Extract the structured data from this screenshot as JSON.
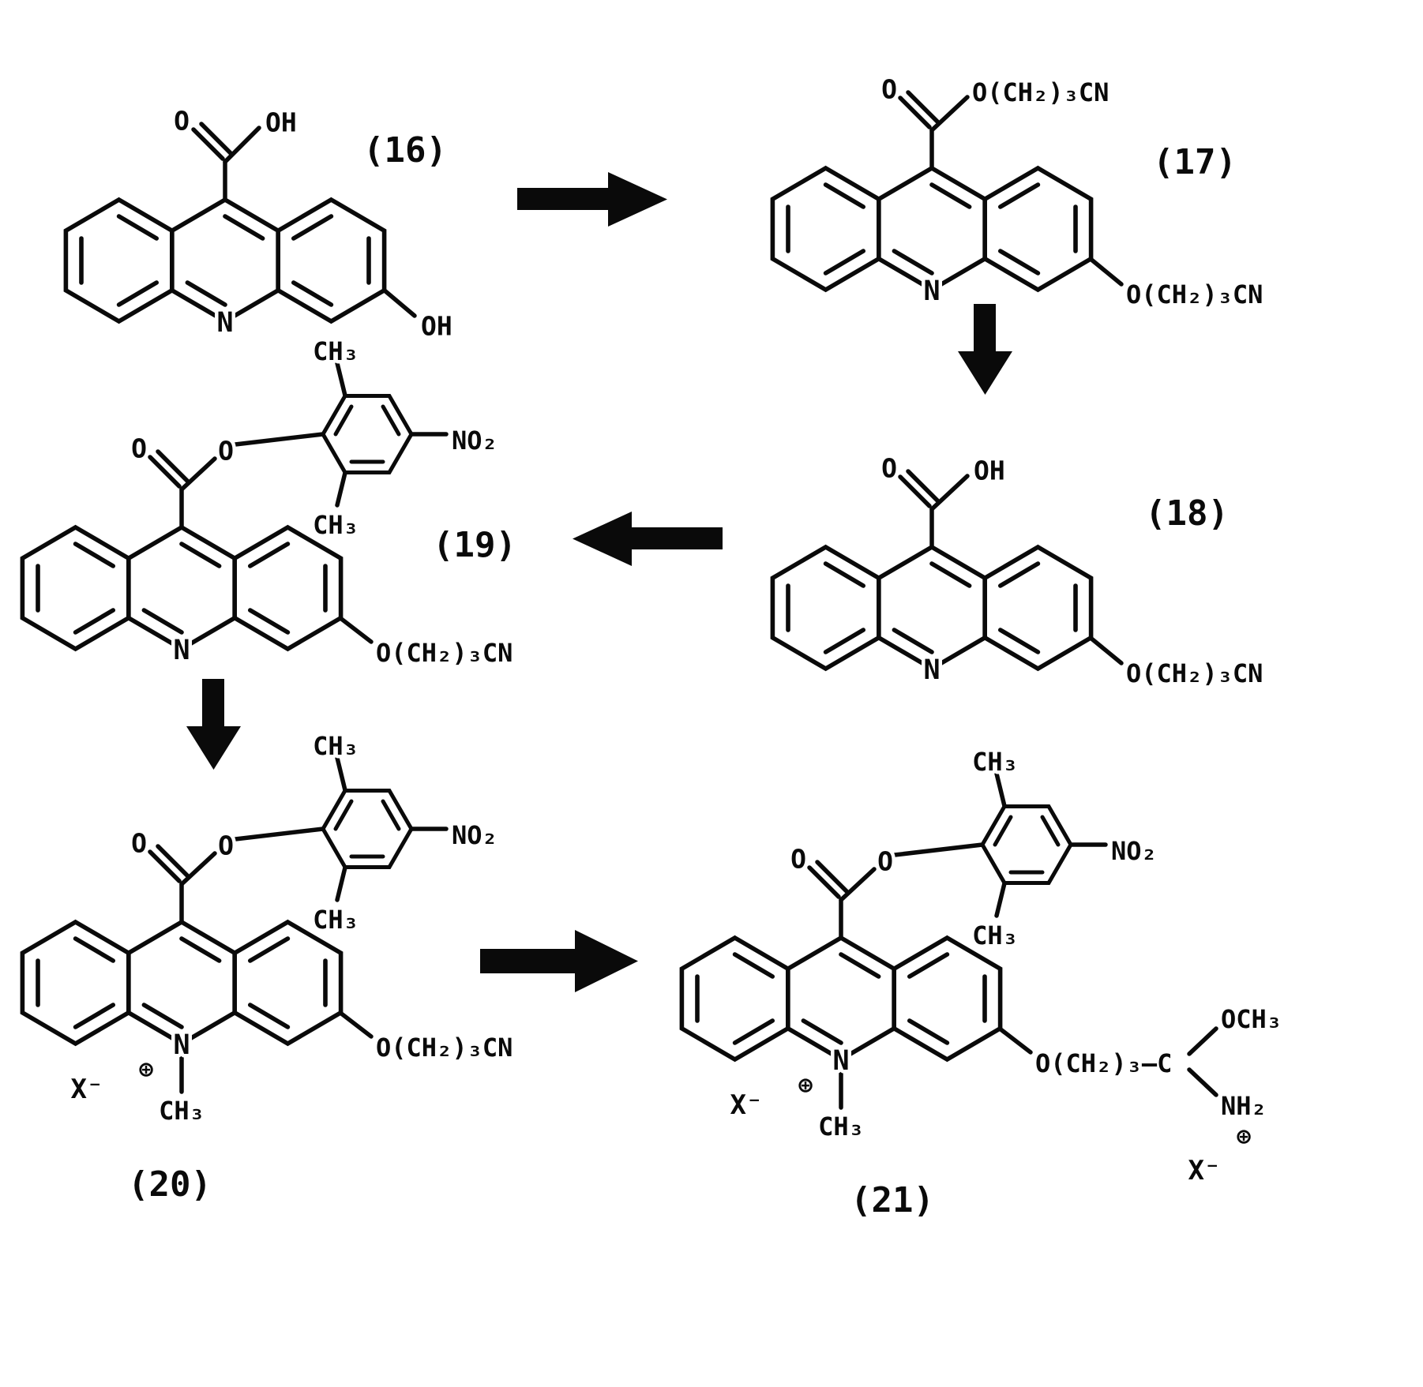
{
  "scheme": {
    "kind": "chemical-reaction-scheme",
    "description": "Synthesis route of acridinium ester compounds 16 through 21",
    "compounds": {
      "c16": {
        "id": "(16)",
        "atoms": {
          "carbonyl_o": "O",
          "acid_oh": "OH",
          "ring_n": "N",
          "hydroxy_oh": "OH"
        }
      },
      "c17": {
        "id": "(17)",
        "atoms": {
          "carbonyl_o": "O",
          "ester_chain": "O(CH₂)₃CN",
          "ring_n": "N",
          "ether_chain": "O(CH₂)₃CN"
        }
      },
      "c18": {
        "id": "(18)",
        "atoms": {
          "carbonyl_o": "O",
          "acid_oh": "OH",
          "ring_n": "N",
          "ether_chain": "O(CH₂)₃CN"
        }
      },
      "c19": {
        "id": "(19)",
        "atoms": {
          "carbonyl_o": "O",
          "ester_o": "O",
          "methyl_top": "CH₃",
          "methyl_bottom": "CH₃",
          "nitro": "NO₂",
          "ring_n": "N",
          "ether_chain": "O(CH₂)₃CN"
        }
      },
      "c20": {
        "id": "(20)",
        "atoms": {
          "carbonyl_o": "O",
          "ester_o": "O",
          "methyl_top": "CH₃",
          "methyl_bottom": "CH₃",
          "nitro": "NO₂",
          "ring_n": "N",
          "plus": "⊕",
          "counterion": "X⁻",
          "n_methyl": "CH₃",
          "ether_chain": "O(CH₂)₃CN"
        }
      },
      "c21": {
        "id": "(21)",
        "atoms": {
          "carbonyl_o": "O",
          "ester_o": "O",
          "methyl_top": "CH₃",
          "methyl_bottom": "CH₃",
          "nitro": "NO₂",
          "ring_n": "N",
          "plus": "⊕",
          "counterion": "X⁻",
          "n_methyl": "CH₃",
          "ether_chain": "O(CH₂)₃–C",
          "imidate_ome": "OCH₃",
          "imidate_nh2": "NH₂",
          "imidate_plus": "⊕",
          "imidate_counterion": "X⁻"
        }
      }
    },
    "arrows": [
      {
        "from": "(16)",
        "to": "(17)",
        "direction": "right"
      },
      {
        "from": "(17)",
        "to": "(18)",
        "direction": "down"
      },
      {
        "from": "(18)",
        "to": "(19)",
        "direction": "left"
      },
      {
        "from": "(19)",
        "to": "(20)",
        "direction": "down"
      },
      {
        "from": "(20)",
        "to": "(21)",
        "direction": "right"
      }
    ]
  }
}
